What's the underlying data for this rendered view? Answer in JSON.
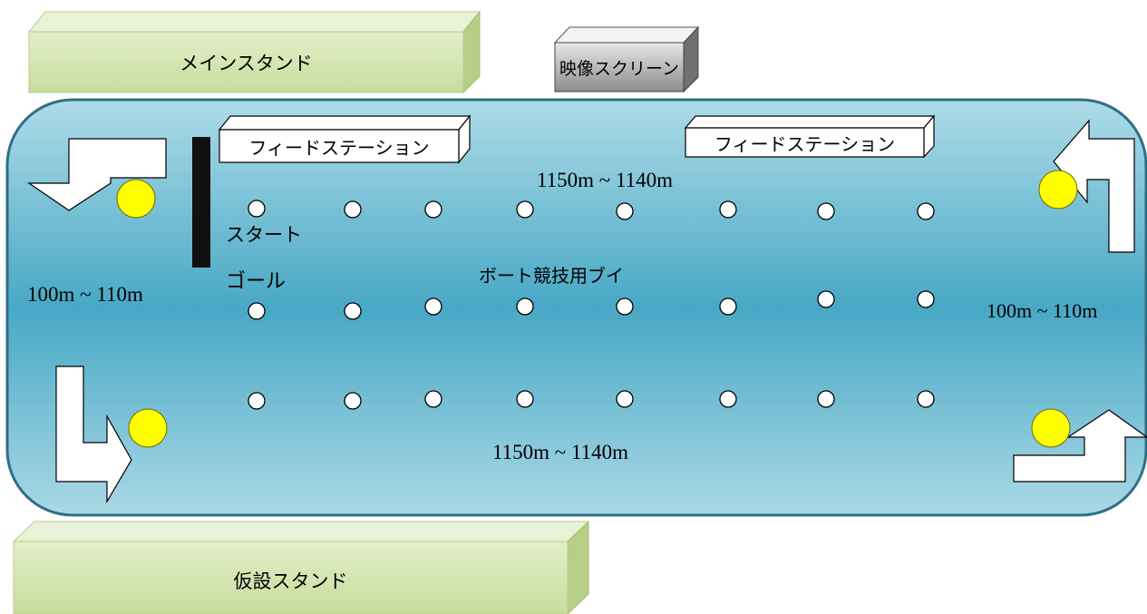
{
  "stands": {
    "main": "メインスタンド",
    "temporary": "仮設スタンド"
  },
  "screen": "映像スクリーン",
  "feed_stations": [
    "フィードステーション",
    "フィードステーション"
  ],
  "labels": {
    "start": "スタート",
    "goal": "ゴール",
    "buoys": "ボート競技用ブイ",
    "top_distance": "1150m ~ 1140m",
    "bottom_distance": "1150m ~ 1140m",
    "left_distance": "100m ~ 110m",
    "right_distance": "100m ~ 110m"
  },
  "colors": {
    "water_light": "#a6d6e4",
    "water_dark": "#4aa9c6",
    "water_border": "#2f6f86",
    "stand_fill": "#d6e7b6",
    "marker_yellow": "#ffff00",
    "start_line": "#111111"
  }
}
